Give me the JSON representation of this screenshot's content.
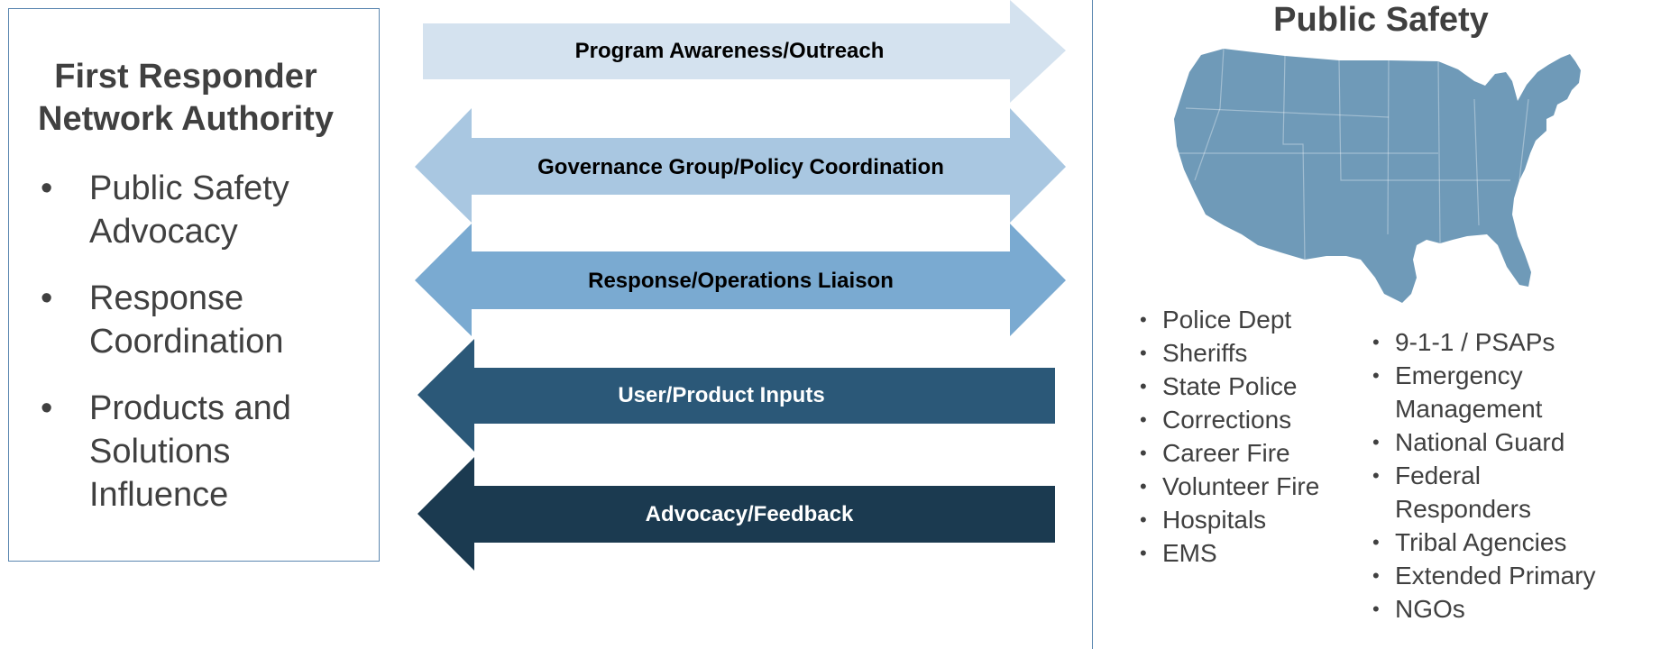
{
  "left_box": {
    "title_line1": "First Responder",
    "title_line2": "Network Authority",
    "items": [
      "Public Safety Advocacy",
      "Response Coordination",
      "Products and Solutions Influence"
    ]
  },
  "arrows": [
    {
      "label": "Program Awareness/Outreach",
      "direction": "right",
      "color": "#d4e2ef",
      "text_color": "#000000"
    },
    {
      "label": "Governance Group/Policy Coordination",
      "direction": "both",
      "color": "#a9c7e1",
      "text_color": "#000000"
    },
    {
      "label": "Response/Operations Liaison",
      "direction": "both",
      "color": "#7aaad1",
      "text_color": "#000000"
    },
    {
      "label": "User/Product Inputs",
      "direction": "left",
      "color": "#2b5878",
      "text_color": "#ffffff"
    },
    {
      "label": "Advocacy/Feedback",
      "direction": "left",
      "color": "#1b3a50",
      "text_color": "#ffffff"
    }
  ],
  "right_panel": {
    "title": "Public Safety",
    "map_icon": "us-map-icon",
    "map_color": "#6f9ab8",
    "column1": [
      "Police Dept",
      "Sheriffs",
      "State Police",
      "Corrections",
      "Career Fire",
      "Volunteer Fire",
      "Hospitals",
      "EMS"
    ],
    "column2": [
      "9-1-1 / PSAPs",
      "Emergency Management",
      "National Guard",
      "Federal Responders",
      "Tribal Agencies",
      "Extended Primary",
      "NGOs"
    ]
  },
  "bullet_glyph": "•"
}
